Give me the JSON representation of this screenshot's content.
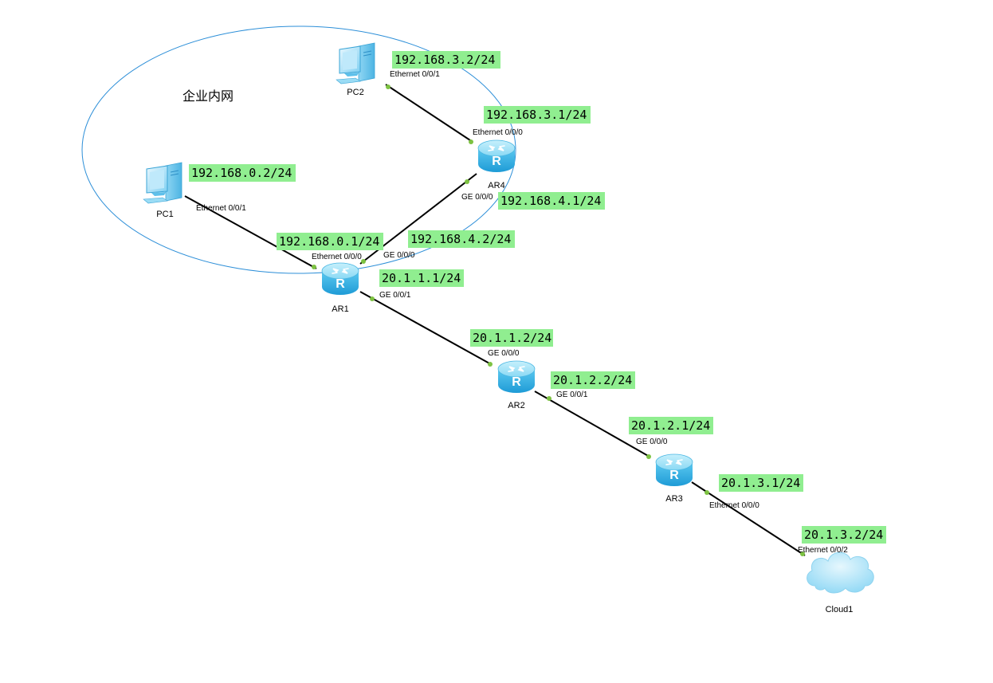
{
  "colors": {
    "link": "#000000",
    "port_dot": "#7dc242",
    "ip_label_bg": "#90ee90",
    "zone_outline": "#2d8fd8",
    "router_top": "#9fe3f7",
    "router_body": "#3fb8e8",
    "cloud": "#b5e7fa"
  },
  "zone": {
    "label": "企业内网"
  },
  "devices": [
    {
      "id": "pc1",
      "type": "pc",
      "label": "PC1"
    },
    {
      "id": "pc2",
      "type": "pc",
      "label": "PC2"
    },
    {
      "id": "ar1",
      "type": "router",
      "label": "AR1"
    },
    {
      "id": "ar2",
      "type": "router",
      "label": "AR2"
    },
    {
      "id": "ar3",
      "type": "router",
      "label": "AR3"
    },
    {
      "id": "ar4",
      "type": "router",
      "label": "AR4"
    },
    {
      "id": "cloud1",
      "type": "cloud",
      "label": "Cloud1"
    }
  ],
  "links": [
    {
      "from": "pc1",
      "from_port": "Ethernet 0/0/1",
      "to": "ar1",
      "to_port": "Ethernet 0/0/0"
    },
    {
      "from": "pc2",
      "from_port": "Ethernet 0/0/1",
      "to": "ar4",
      "to_port": "Ethernet 0/0/0"
    },
    {
      "from": "ar4",
      "from_port": "GE 0/0/0",
      "to": "ar1",
      "to_port": "GE 0/0/0"
    },
    {
      "from": "ar1",
      "from_port": "GE 0/0/1",
      "to": "ar2",
      "to_port": "GE 0/0/0"
    },
    {
      "from": "ar2",
      "from_port": "GE 0/0/1",
      "to": "ar3",
      "to_port": "GE 0/0/0"
    },
    {
      "from": "ar3",
      "from_port": "Ethernet 0/0/0",
      "to": "cloud1",
      "to_port": "Ethernet 0/0/2"
    }
  ],
  "ip_labels": [
    {
      "id": "ip-pc2",
      "text": "192.168.3.2/24"
    },
    {
      "id": "ip-ar4-e000",
      "text": "192.168.3.1/24"
    },
    {
      "id": "ip-pc1",
      "text": "192.168.0.2/24"
    },
    {
      "id": "ip-ar4-ge000",
      "text": "192.168.4.1/24"
    },
    {
      "id": "ip-ar1-e000",
      "text": "192.168.0.1/24"
    },
    {
      "id": "ip-ar1-ge000",
      "text": "192.168.4.2/24"
    },
    {
      "id": "ip-ar1-ge001",
      "text": "20.1.1.1/24"
    },
    {
      "id": "ip-ar2-ge000",
      "text": "20.1.1.2/24"
    },
    {
      "id": "ip-ar2-ge001",
      "text": "20.1.2.2/24"
    },
    {
      "id": "ip-ar3-ge000",
      "text": "20.1.2.1/24"
    },
    {
      "id": "ip-ar3-e000",
      "text": "20.1.3.1/24"
    },
    {
      "id": "ip-cloud1",
      "text": "20.1.3.2/24"
    }
  ]
}
